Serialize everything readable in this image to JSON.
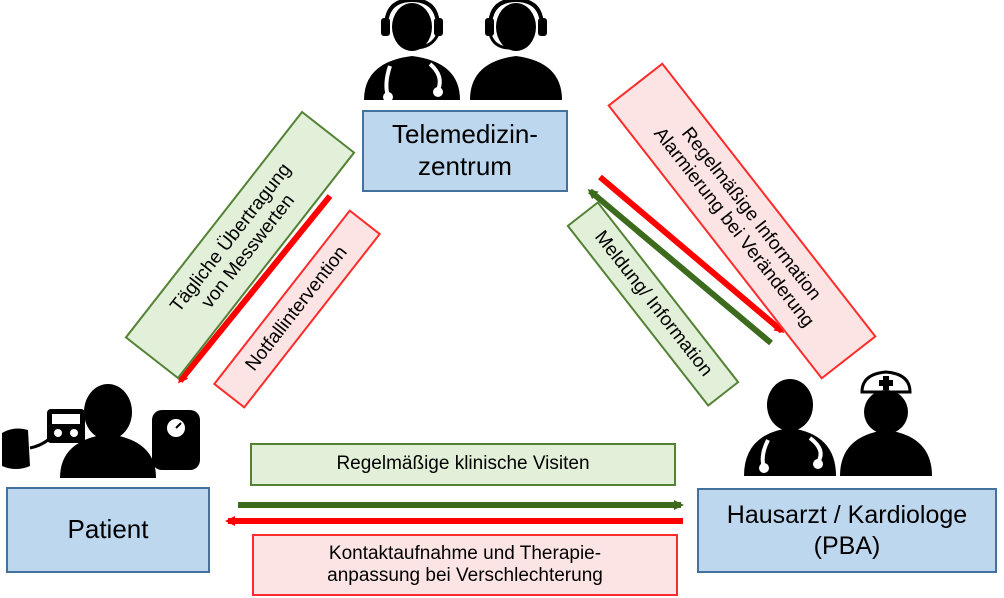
{
  "nodes": {
    "telemedicine_center": "Telemedizin-\nzentrum",
    "patient": "Patient",
    "physician": "Hausarzt / Kardiologe\n(PBA)"
  },
  "flows": {
    "daily_transfer": "Tägliche Übertragung\nvon Messwerten",
    "emergency_intervention": "Notfallintervention",
    "regular_info_alarm": "Regelmäßige Information\nAlarmierung bei Veränderung",
    "report_info": "Meldung/ Information",
    "regular_visits": "Regelmäßige klinische Visiten",
    "contact_therapy": "Kontaktaufnahme und Therapie-\nanpassung bei Verschlechterung"
  },
  "colors": {
    "node_fill": "#bdd7ee",
    "node_border": "#41719c",
    "green_arrow": "#3d6b1e",
    "red_arrow": "#ff0000",
    "green_label_fill": "#e2f0d9",
    "red_label_fill": "#fde4e4",
    "icon_fill": "#000000"
  },
  "icons": [
    "doctor-headset-icon",
    "person-headset-icon",
    "blood-pressure-monitor-icon",
    "patient-person-icon",
    "scale-icon",
    "doctor-stethoscope-icon",
    "nurse-icon"
  ]
}
